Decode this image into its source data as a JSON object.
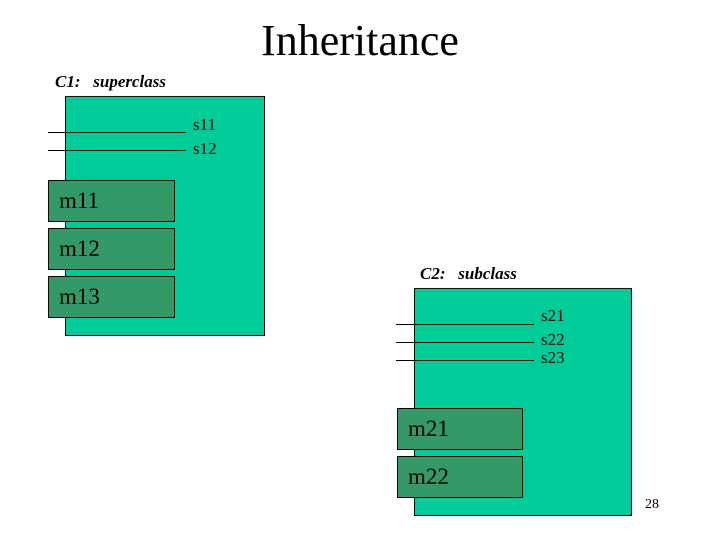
{
  "slide": {
    "title": "Inheritance",
    "page_number": "28"
  },
  "superclass": {
    "label": "C1:   superclass",
    "states": [
      "s11",
      "s12"
    ],
    "methods": [
      "m11",
      "m12",
      "m13"
    ]
  },
  "subclass": {
    "label": "C2:   subclass",
    "states": [
      "s21",
      "s22",
      "s23"
    ],
    "methods": [
      "m21",
      "m22"
    ]
  },
  "colors": {
    "class_fill": "#00cc99",
    "method_fill": "#339966"
  }
}
